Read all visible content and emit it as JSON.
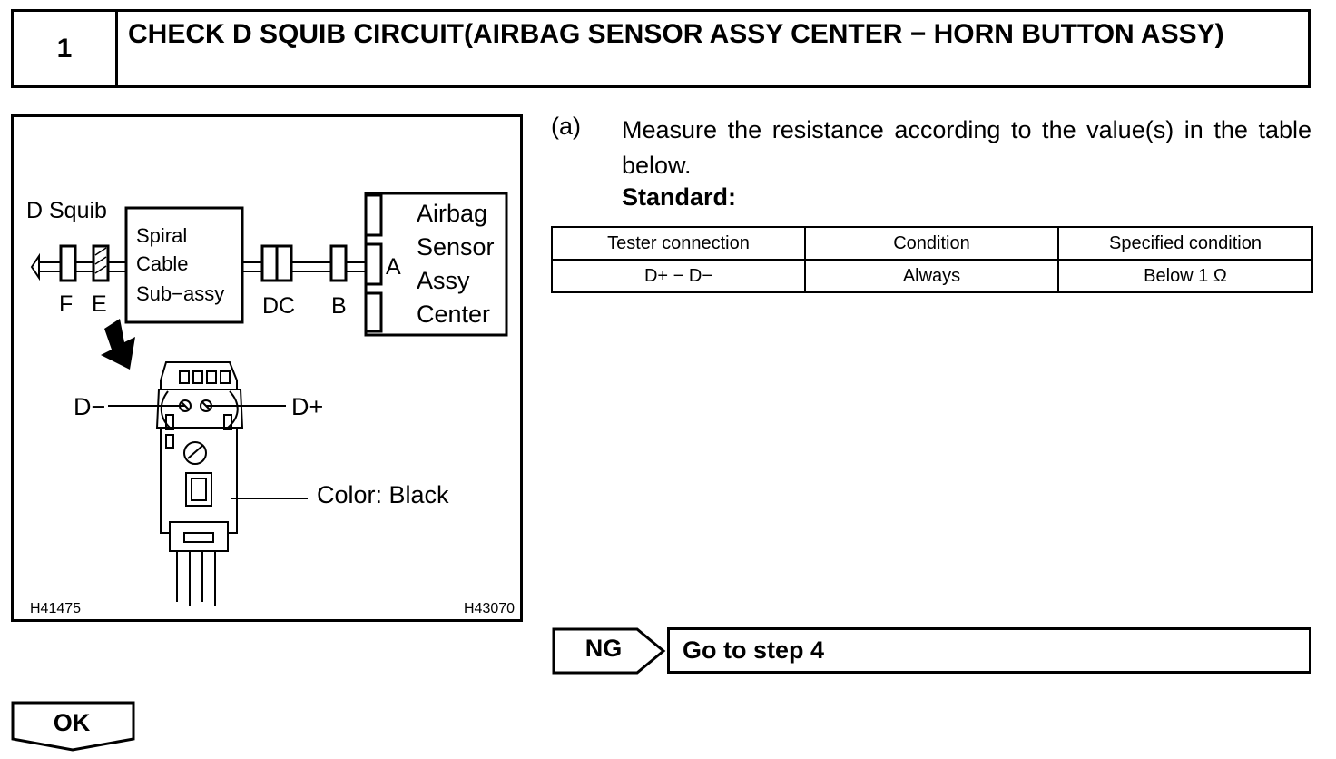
{
  "header": {
    "step_number": "1",
    "title": "CHECK D SQUIB CIRCUIT(AIRBAG SENSOR ASSY CENTER − HORN BUTTON ASSY)"
  },
  "figure": {
    "labels": {
      "d_squib": "D Squib",
      "spiral_line1": "Spiral",
      "spiral_line2": "Cable",
      "spiral_line3": "Sub−assy",
      "f": "F",
      "e": "E",
      "dc": "DC",
      "b": "B",
      "a": "A",
      "airbag_line1": "Airbag",
      "airbag_line2": "Sensor",
      "airbag_line3": "Assy",
      "airbag_line4": "Center",
      "d_minus": "D−",
      "d_plus": "D+",
      "color_black": "Color: Black",
      "code_left": "H41475",
      "code_right": "H43070"
    }
  },
  "instruction": {
    "label": "(a)",
    "text": "Measure the resistance according to the value(s) in the table below.",
    "standard_label": "Standard:"
  },
  "table": {
    "headers": [
      "Tester connection",
      "Condition",
      "Specified condition"
    ],
    "rows": [
      [
        "D+ − D−",
        "Always",
        "Below 1 Ω"
      ]
    ]
  },
  "ng": {
    "label": "NG",
    "target": "Go to step 4"
  },
  "ok": {
    "label": "OK"
  }
}
